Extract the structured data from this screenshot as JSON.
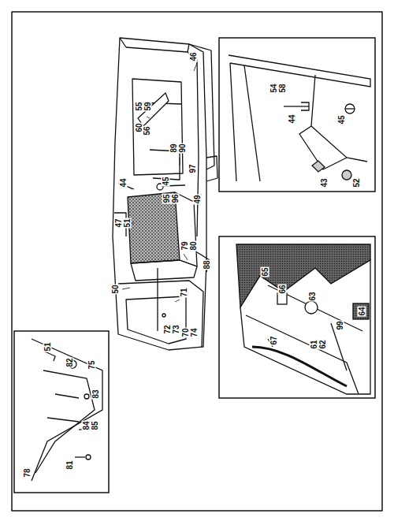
{
  "diagram": {
    "labels": [
      "46",
      "89",
      "90",
      "97",
      "55",
      "59",
      "60",
      "56",
      "45",
      "95",
      "96",
      "44",
      "49",
      "47",
      "51",
      "79",
      "80",
      "88",
      "50",
      "71",
      "72",
      "73",
      "70",
      "74",
      "54",
      "58",
      "44",
      "45",
      "43",
      "52",
      "65",
      "66",
      "63",
      "67",
      "61",
      "62",
      "99",
      "64",
      "51",
      "82",
      "75",
      "83",
      "84",
      "85",
      "78",
      "81"
    ]
  }
}
